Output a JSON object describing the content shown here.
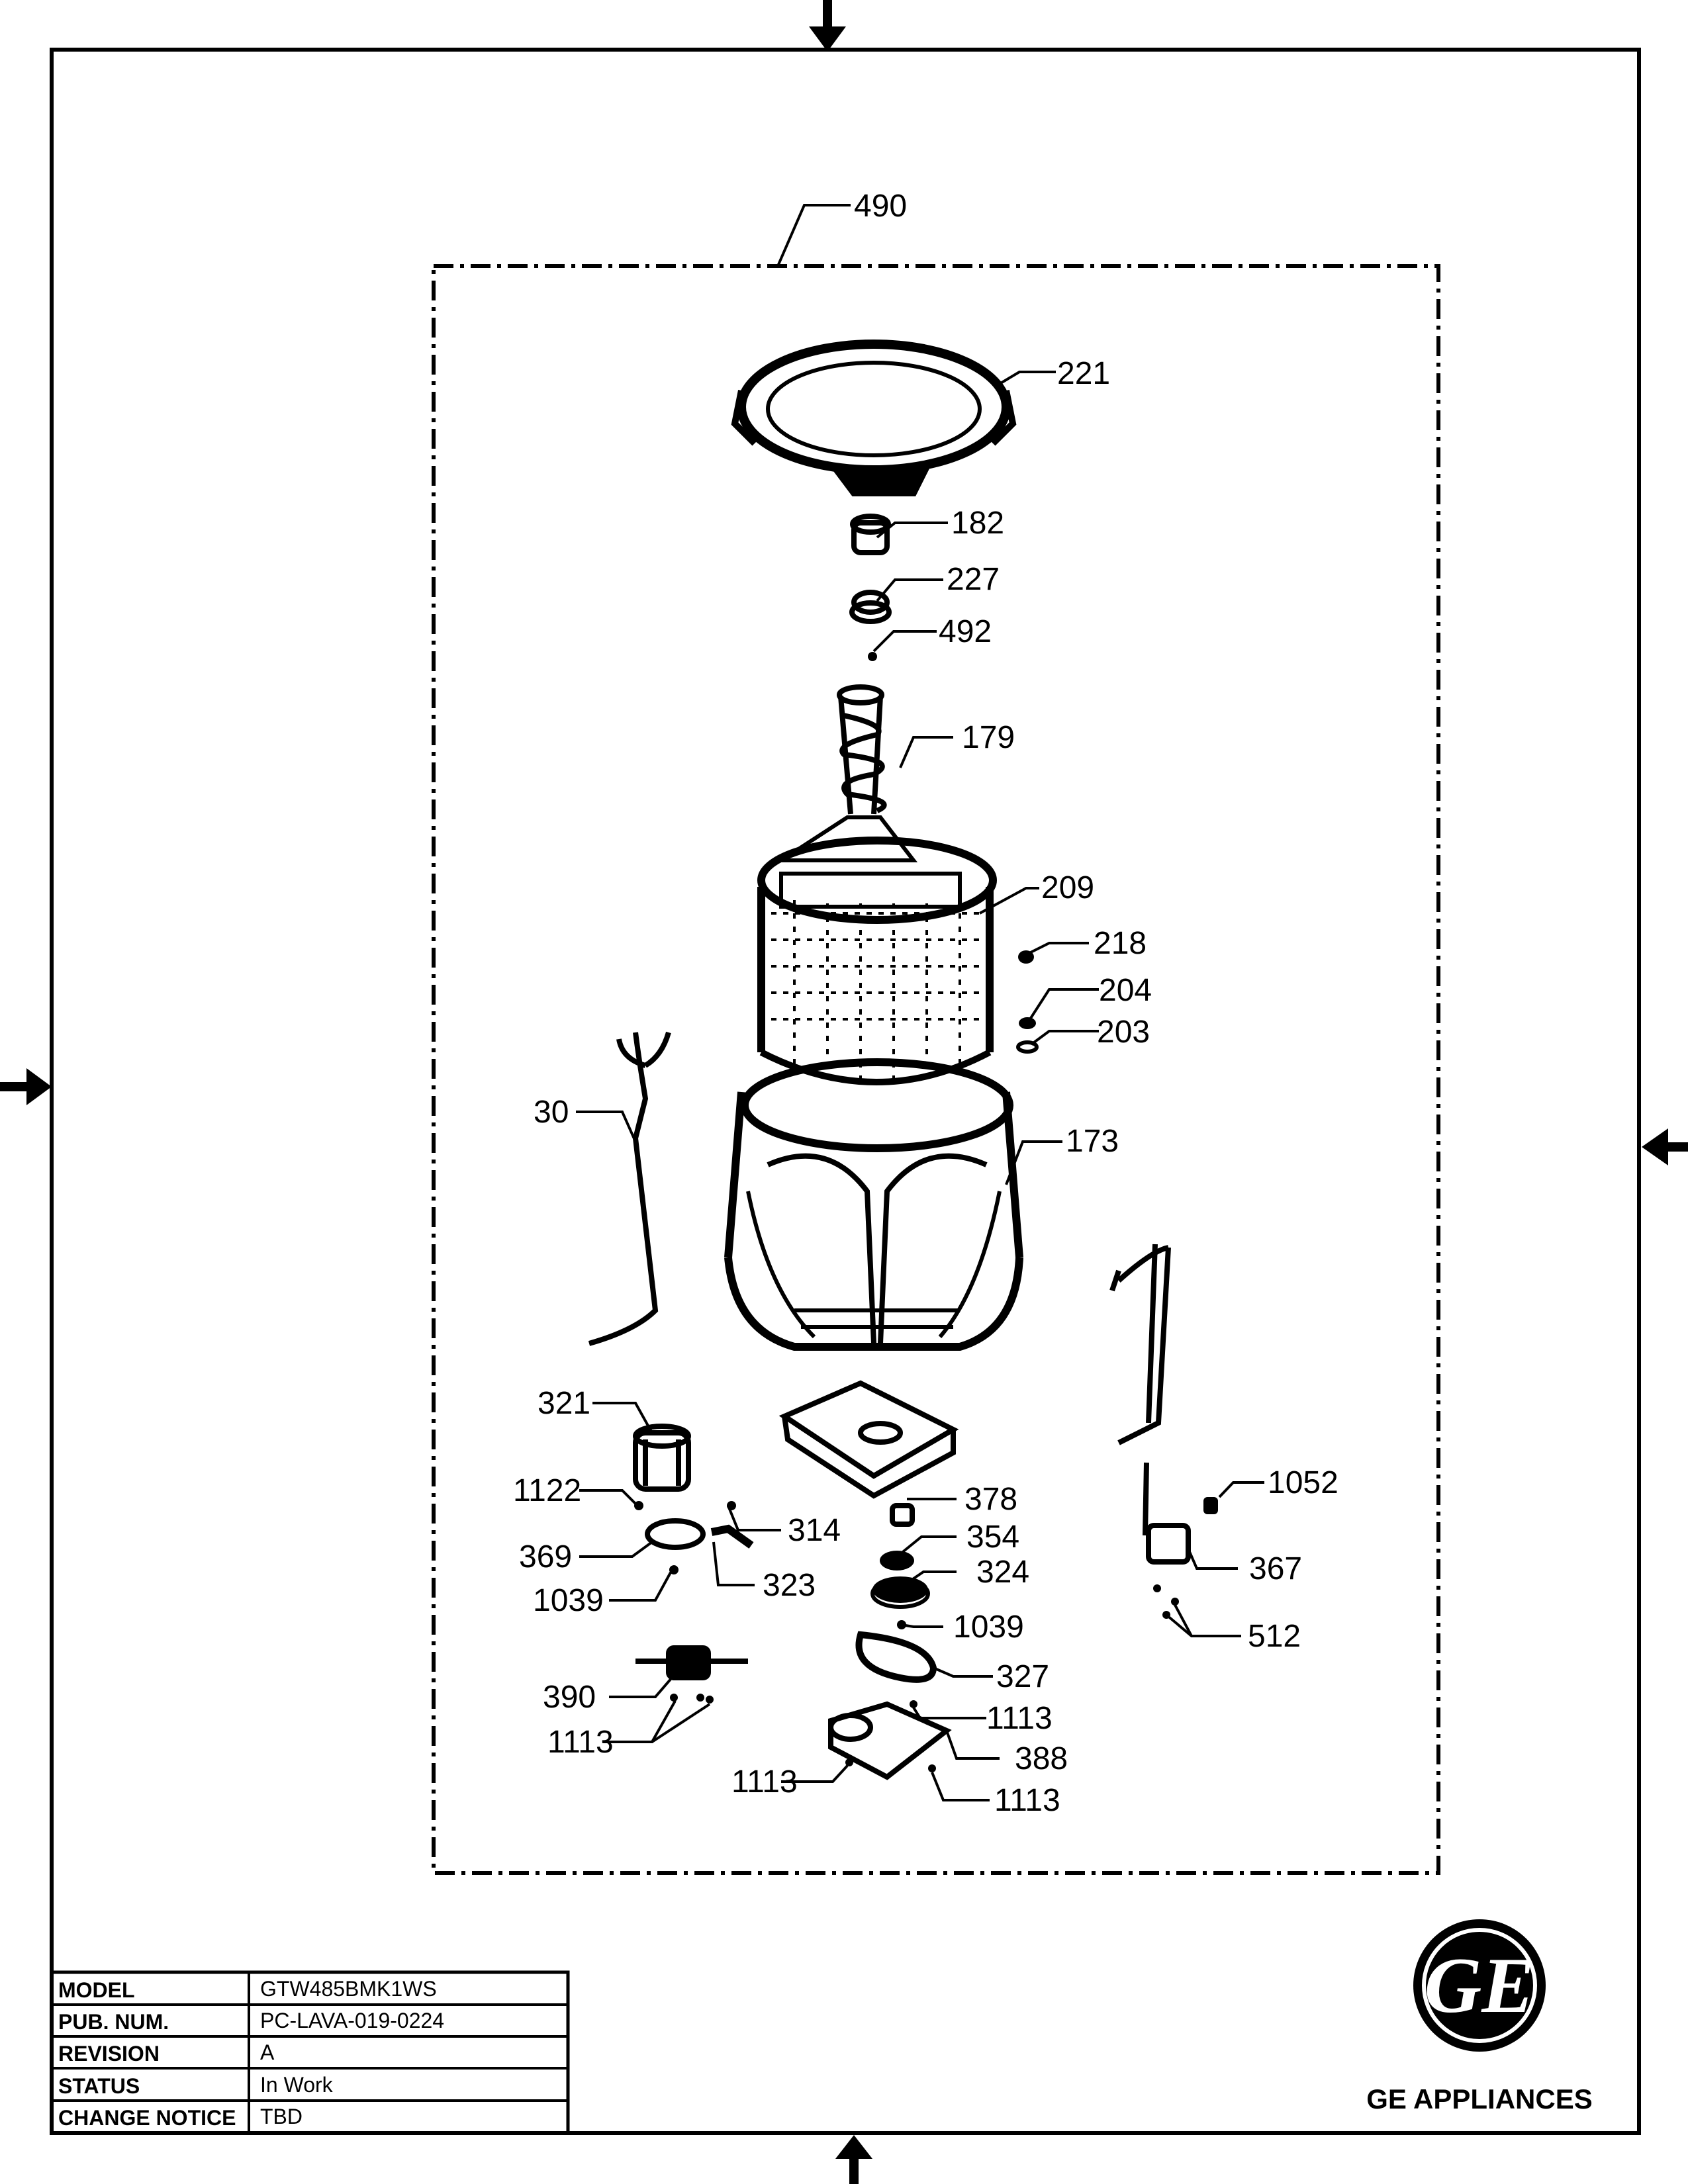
{
  "callouts": {
    "c490": "490",
    "c221": "221",
    "c182": "182",
    "c227": "227",
    "c492": "492",
    "c179": "179",
    "c209": "209",
    "c218": "218",
    "c204": "204",
    "c203": "203",
    "c30": "30",
    "c173": "173",
    "c321": "321",
    "c1122": "1122",
    "c314": "314",
    "c378": "378",
    "c354": "354",
    "c369": "369",
    "c323": "323",
    "c324": "324",
    "c1039a": "1039",
    "c1039b": "1039",
    "c327": "327",
    "c390": "390",
    "c1113a": "1113",
    "c1113b": "1113",
    "c1113c": "1113",
    "c1113d": "1113",
    "c388": "388",
    "c1052": "1052",
    "c367": "367",
    "c512": "512"
  },
  "title_block": {
    "rows": [
      {
        "label": "MODEL",
        "value": "GTW485BMK1WS"
      },
      {
        "label": "PUB. NUM.",
        "value": "PC-LAVA-019-0224"
      },
      {
        "label": "REVISION",
        "value": "A"
      },
      {
        "label": "STATUS",
        "value": "In Work"
      },
      {
        "label": "CHANGE NOTICE",
        "value": "TBD"
      }
    ]
  },
  "brand": {
    "logo_text": "GE",
    "name": "GE APPLIANCES"
  }
}
